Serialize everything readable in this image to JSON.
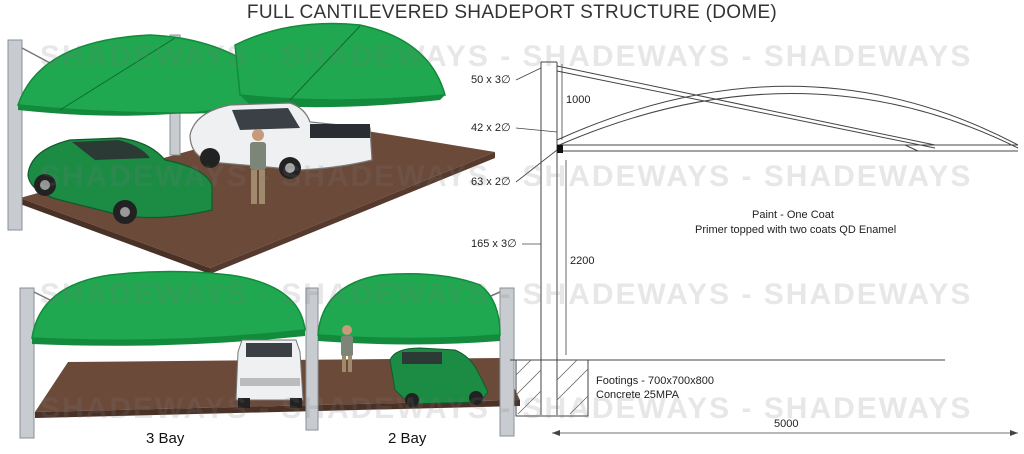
{
  "title": "FULL CANTILEVERED SHADEPORT STRUCTURE (DOME)",
  "watermark": "SHADEWAYS - SHADEWAYS - SHADEWAYS - SHADEWAYS",
  "bays": {
    "three": "3 Bay",
    "two": "2 Bay"
  },
  "drawing": {
    "pipe_top": "50 x 3∅",
    "pipe_arch": "42 x 2∅",
    "pipe_beam": "63 x 2∅",
    "pipe_column": "165 x 3∅",
    "dim_rise": "1000",
    "dim_height": "2200",
    "dim_span": "5000",
    "paint_line1": "Paint - One Coat",
    "paint_line2": "Primer topped with two coats QD Enamel",
    "footings_line1": "Footings - 700x700x800",
    "footings_line2": "Concrete 25MPA"
  },
  "colors": {
    "shade": "#1fa84f",
    "shade_dark": "#138a3c",
    "deck": "#6b4a3a",
    "car_green": "#1c8c45",
    "column": "#c8ccd0"
  }
}
